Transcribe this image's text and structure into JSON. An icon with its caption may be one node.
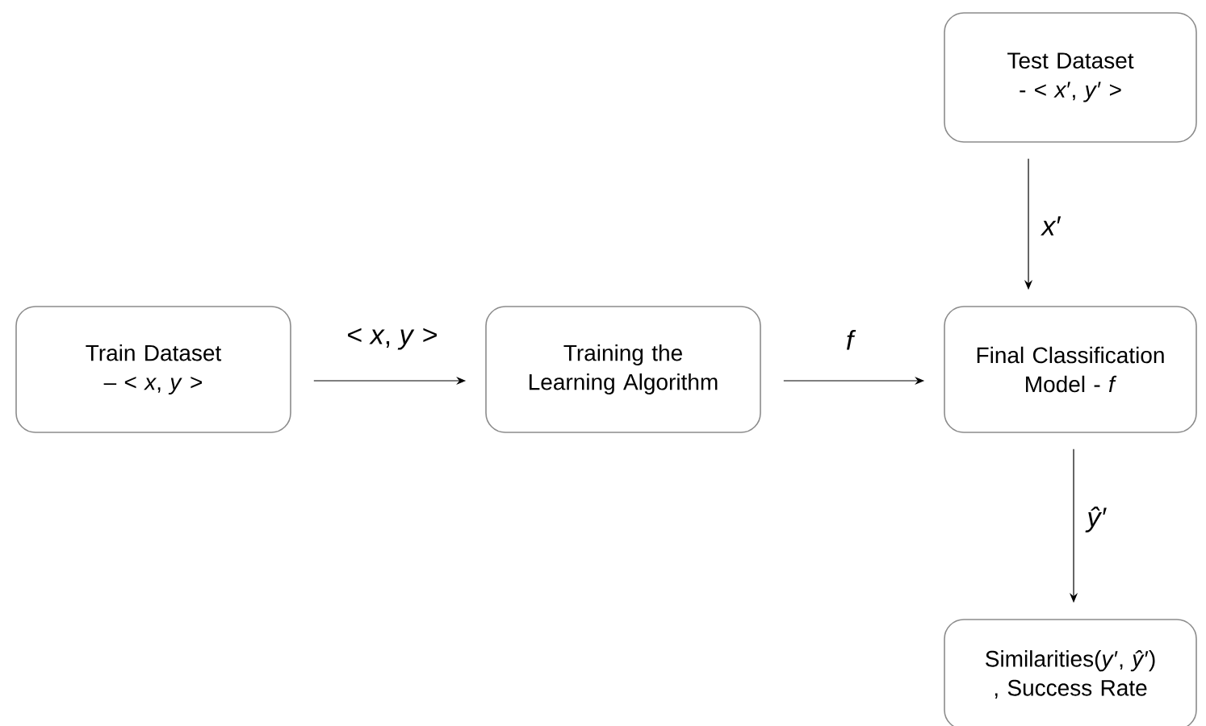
{
  "diagram": {
    "nodes": [
      {
        "text": [
          "Train Dataset – < *x*, *y* >"
        ]
      },
      {
        "text": [
          "Training the Learning Algorithm"
        ]
      },
      {
        "text": [
          "Test Dataset - < *x*′, *y*′ >"
        ]
      },
      {
        "text": [
          "Final Classification Model - *f*"
        ]
      },
      {
        "text": [
          "Similarities(*y*′, *ŷ*′) , Success Rate"
        ]
      }
    ],
    "edges": [
      {
        "from": 0,
        "to": 1,
        "arrow": "to",
        "label": "< *x*, *y* >"
      },
      {
        "from": 1,
        "to": 3,
        "arrow": "to",
        "label": "*f*"
      },
      {
        "from": 2,
        "to": 3,
        "arrow": "to",
        "label": "*x*′"
      },
      {
        "from": 3,
        "to": 4,
        "arrow": "to",
        "label": "*ŷ*′"
      }
    ]
  }
}
